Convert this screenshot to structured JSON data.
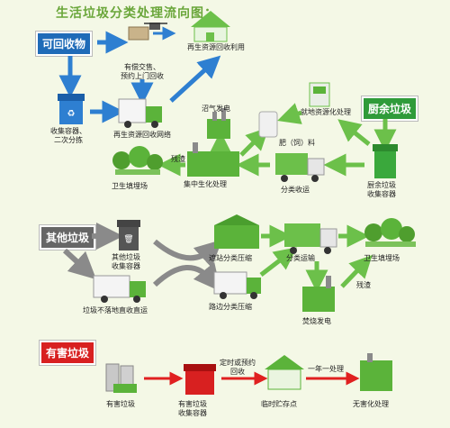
{
  "title": "生活垃圾分类处理流向图：",
  "categories": {
    "recyclable": "可回收物",
    "kitchen": "厨余垃圾",
    "other": "其他垃圾",
    "hazardous": "有害垃圾"
  },
  "recyclable_flow": {
    "reuse": "再生资源回收利用",
    "doorstep": [
      "有偿交售、",
      "预约上门回收"
    ],
    "collector": [
      "收集容器、",
      "二次分拣"
    ],
    "network": "再生资源回收网络"
  },
  "kitchen_flow": {
    "onsite": "就地资源化处理",
    "fertilizer": "肥（饲）料",
    "biogas": "沼气发电",
    "centralized": "集中生化处理",
    "transport": "分类收运",
    "container": [
      "厨余垃圾",
      "收集容器"
    ],
    "residue": "残渣",
    "landfill": "卫生填埋场"
  },
  "other_flow": {
    "container": [
      "其他垃圾",
      "收集容器"
    ],
    "direct": "垃圾不落地直收直运",
    "station_compress": "遮站分类压缩",
    "roadside_compress": "路边分类压缩",
    "transport": "分类运输",
    "landfill": "卫生填埋场",
    "incineration": "焚烧发电",
    "residue": "残渣"
  },
  "hazardous_flow": {
    "waste": "有害垃圾",
    "container": [
      "有害垃圾",
      "收集容器"
    ],
    "schedule": [
      "定时或预约",
      "回收"
    ],
    "storage": "临时贮存点",
    "year": "一年一处理",
    "harmless": "无害化处理"
  },
  "colors": {
    "blue": "#1f6bb8",
    "green": "#2f9b3a",
    "gray": "#666666",
    "red": "#d82020",
    "arrow_blue": "#2e7fd1",
    "arrow_green": "#6cc04a",
    "arrow_gray": "#8a8a8a",
    "arrow_red": "#e02020"
  }
}
